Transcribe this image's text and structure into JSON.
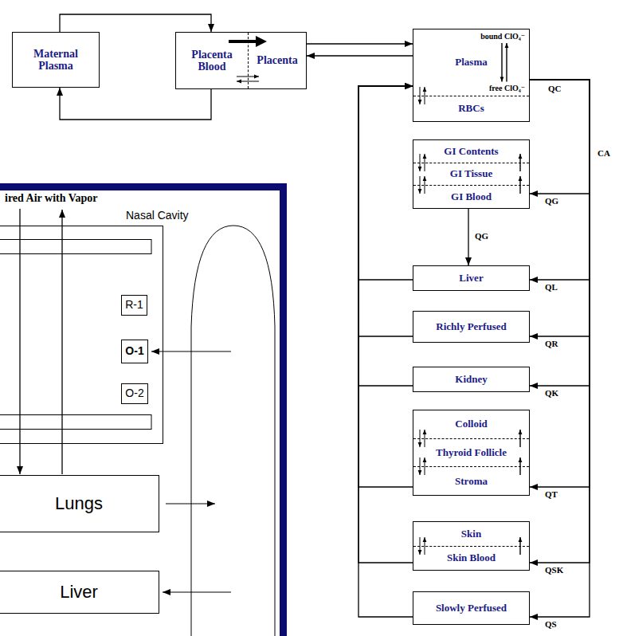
{
  "diagram": {
    "nodes": [
      {
        "text": [
          "Maternal Plasma"
        ]
      },
      {
        "text": [
          "Placenta Blood",
          "Placenta"
        ]
      },
      {
        "text": [
          "bound ClO₄⁻",
          "Plasma",
          "free ClO₄⁻",
          "RBCs"
        ]
      },
      {
        "text": [
          "GI Contents",
          "GI Tissue",
          "GI Blood"
        ]
      },
      {
        "text": [
          "Liver"
        ]
      },
      {
        "text": [
          "Richly Perfused"
        ]
      },
      {
        "text": [
          "Kidney"
        ]
      },
      {
        "text": [
          "Colloid",
          "Thyroid Follicle",
          "Stroma"
        ]
      },
      {
        "text": [
          "Skin",
          "Skin Blood"
        ]
      },
      {
        "text": [
          "Slowly Perfused"
        ]
      },
      {
        "text": [
          "Nasal Cavity"
        ]
      },
      {
        "text": [
          "R-1"
        ],
        "in": 10
      },
      {
        "text": [
          "O-1"
        ],
        "in": 10
      },
      {
        "text": [
          "O-2"
        ],
        "in": 10
      },
      {
        "text": [
          "Lungs"
        ]
      },
      {
        "text": [
          "Liver"
        ]
      }
    ],
    "edges": [
      {
        "from": 0,
        "to": 1,
        "arrow": "to"
      },
      {
        "from": 1,
        "to": 0,
        "arrow": "to"
      },
      {
        "from": 1,
        "to": 2,
        "arrow": "to"
      },
      {
        "from": 2,
        "to": 1,
        "arrow": "to"
      },
      {
        "from": 2,
        "to": 3,
        "arrow": "to",
        "label": "QG"
      },
      {
        "from": 3,
        "to": 4,
        "arrow": "to",
        "label": "QG"
      },
      {
        "from": 2,
        "to": 4,
        "arrow": "to",
        "label": "QL"
      },
      {
        "from": 2,
        "to": 5,
        "arrow": "to",
        "label": "QR"
      },
      {
        "from": 2,
        "to": 6,
        "arrow": "to",
        "label": "QK"
      },
      {
        "from": 2,
        "to": 7,
        "arrow": "to",
        "label": "QT"
      },
      {
        "from": 2,
        "to": 8,
        "arrow": "to",
        "label": "QSK"
      },
      {
        "from": 2,
        "to": 9,
        "arrow": "to",
        "label": "QS"
      },
      {
        "from": 4,
        "to": 2,
        "arrow": "to"
      },
      {
        "from": 5,
        "to": 2,
        "arrow": "to"
      },
      {
        "from": 6,
        "to": 2,
        "arrow": "to"
      },
      {
        "from": 7,
        "to": 2,
        "arrow": "to"
      },
      {
        "from": 8,
        "to": 2,
        "arrow": "to"
      },
      {
        "from": 9,
        "to": 2,
        "arrow": "to"
      }
    ],
    "labels": [
      "QC",
      "CA",
      "ired Air with Vapor"
    ]
  }
}
